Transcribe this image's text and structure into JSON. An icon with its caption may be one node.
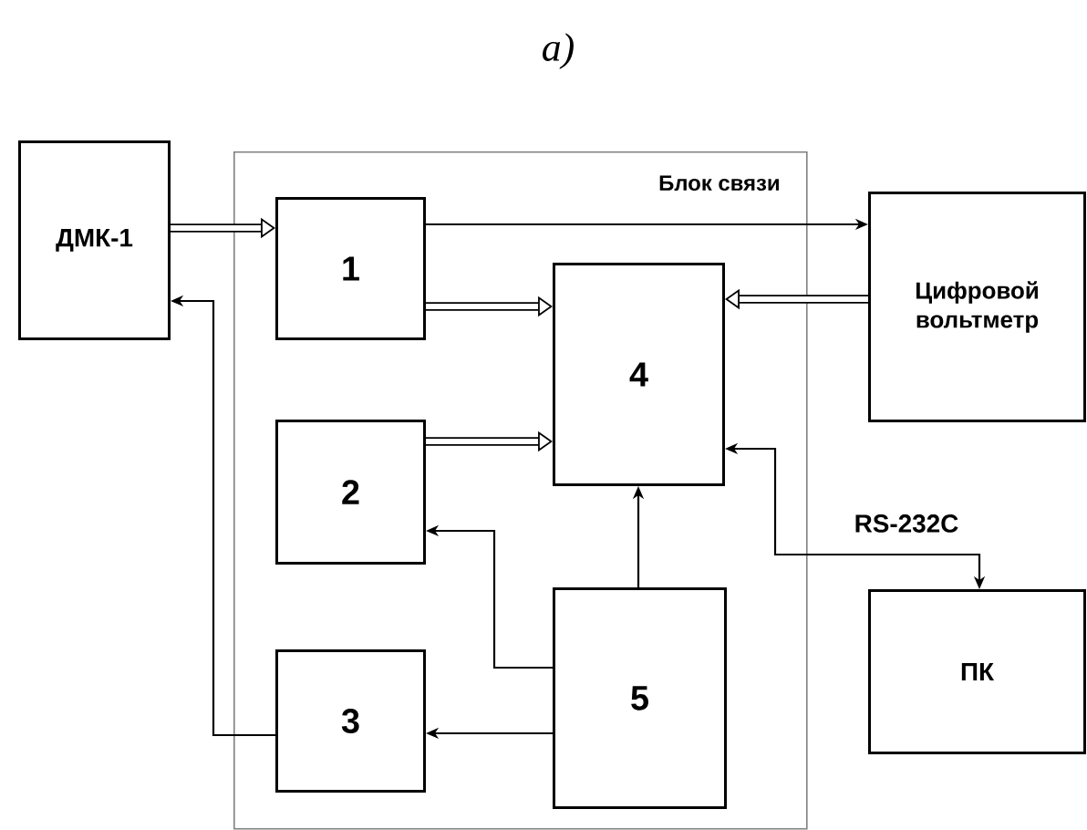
{
  "diagram": {
    "title": "*a)*",
    "nodes": [
      {
        "text": [
          "Блок связи"
        ]
      },
      {
        "text": [
          "ДМК-1"
        ]
      },
      {
        "text": [
          "1"
        ],
        "in": 0
      },
      {
        "text": [
          "4"
        ],
        "in": 0
      },
      {
        "text": [
          "2"
        ],
        "in": 0
      },
      {
        "text": [
          "5"
        ],
        "in": 0
      },
      {
        "text": [
          "3"
        ],
        "in": 0
      },
      {
        "text": [
          "Цифровой вольтметр"
        ]
      },
      {
        "text": [
          "ПК"
        ]
      }
    ],
    "edges": [
      {
        "from": 1,
        "to": 2,
        "arrow": "to",
        "style": "thick"
      },
      {
        "from": 2,
        "to": 7,
        "arrow": "to"
      },
      {
        "from": 2,
        "to": 3,
        "arrow": "to",
        "style": "thick"
      },
      {
        "from": 7,
        "to": 3,
        "arrow": "to",
        "style": "thick"
      },
      {
        "from": 4,
        "to": 3,
        "arrow": "to",
        "style": "thick"
      },
      {
        "from": 5,
        "to": 3,
        "arrow": "to"
      },
      {
        "from": 5,
        "to": 4,
        "arrow": "to"
      },
      {
        "from": 5,
        "to": 6,
        "arrow": "to"
      },
      {
        "from": 6,
        "to": 1,
        "arrow": "to"
      },
      {
        "from": 3,
        "to": 8,
        "arrow": "both",
        "label": "RS-232C"
      }
    ]
  }
}
